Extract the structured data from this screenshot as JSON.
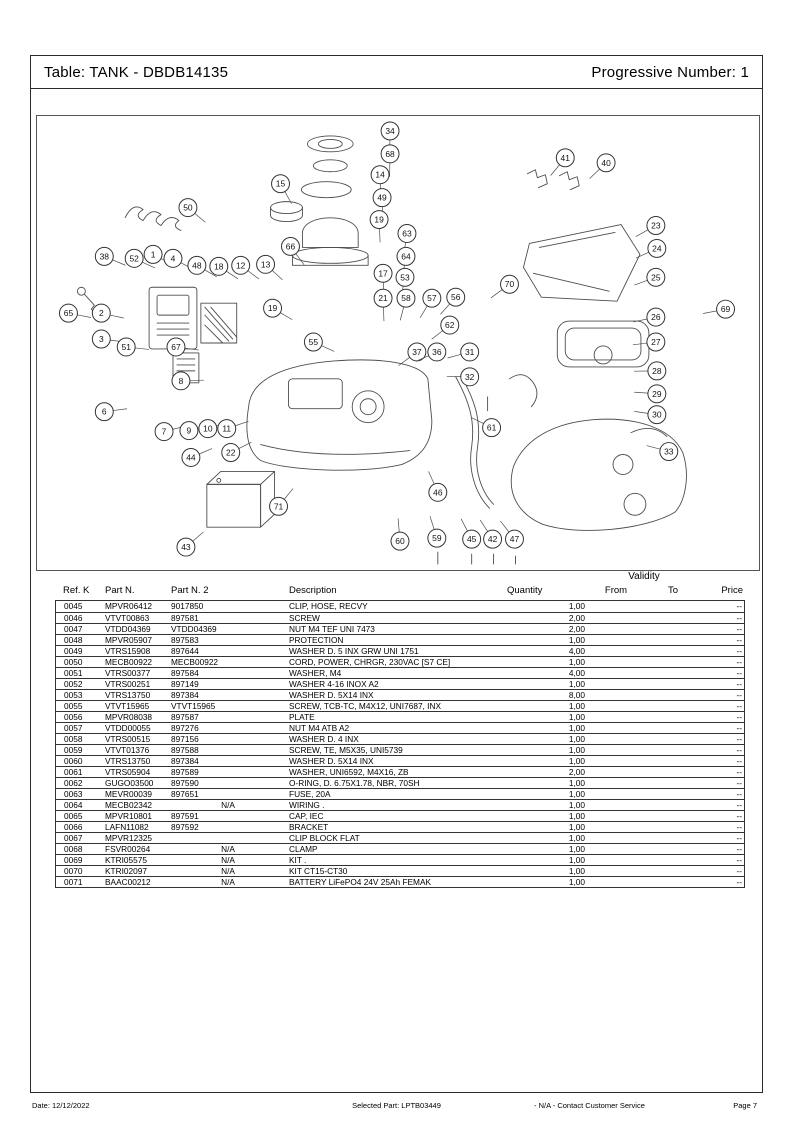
{
  "header": {
    "title": "Table: TANK - DBDB14135",
    "progressive": "Progressive Number: 1"
  },
  "diagram": {
    "callouts": [
      [
        "34",
        354,
        15
      ],
      [
        "68",
        354,
        38
      ],
      [
        "14",
        344,
        59
      ],
      [
        "15",
        244,
        68
      ],
      [
        "49",
        346,
        82
      ],
      [
        "19",
        343,
        104
      ],
      [
        "50",
        151,
        92
      ],
      [
        "41",
        530,
        42
      ],
      [
        "40",
        571,
        47
      ],
      [
        "66",
        254,
        131
      ],
      [
        "63",
        371,
        118
      ],
      [
        "64",
        370,
        141
      ],
      [
        "23",
        621,
        110
      ],
      [
        "24",
        622,
        133
      ],
      [
        "25",
        621,
        162
      ],
      [
        "17",
        347,
        158
      ],
      [
        "53",
        369,
        162
      ],
      [
        "38",
        67,
        141
      ],
      [
        "52",
        97,
        143
      ],
      [
        "1",
        116,
        139
      ],
      [
        "4",
        136,
        143
      ],
      [
        "48",
        160,
        150
      ],
      [
        "18",
        182,
        151
      ],
      [
        "12",
        204,
        150
      ],
      [
        "13",
        229,
        149
      ],
      [
        "70",
        474,
        169
      ],
      [
        "19",
        236,
        193
      ],
      [
        "21",
        347,
        183
      ],
      [
        "58",
        370,
        183
      ],
      [
        "57",
        396,
        183
      ],
      [
        "56",
        420,
        182
      ],
      [
        "65",
        31,
        198
      ],
      [
        "2",
        64,
        198
      ],
      [
        "62",
        414,
        210
      ],
      [
        "26",
        621,
        202
      ],
      [
        "69",
        691,
        194
      ],
      [
        "3",
        64,
        224
      ],
      [
        "51",
        89,
        232
      ],
      [
        "67",
        139,
        232
      ],
      [
        "55",
        277,
        227
      ],
      [
        "27",
        621,
        227
      ],
      [
        "37",
        381,
        237
      ],
      [
        "36",
        401,
        237
      ],
      [
        "31",
        434,
        237
      ],
      [
        "32",
        434,
        262
      ],
      [
        "28",
        622,
        256
      ],
      [
        "29",
        622,
        279
      ],
      [
        "30",
        622,
        300
      ],
      [
        "8",
        144,
        266
      ],
      [
        "6",
        67,
        297
      ],
      [
        "7",
        127,
        317
      ],
      [
        "9",
        152,
        316
      ],
      [
        "10",
        171,
        314
      ],
      [
        "11",
        190,
        314
      ],
      [
        "22",
        194,
        338
      ],
      [
        "61",
        456,
        313
      ],
      [
        "44",
        154,
        343
      ],
      [
        "33",
        634,
        337
      ],
      [
        "71",
        242,
        392
      ],
      [
        "46",
        402,
        378
      ],
      [
        "43",
        149,
        433
      ],
      [
        "60",
        364,
        427
      ],
      [
        "59",
        401,
        424
      ],
      [
        "45",
        436,
        425
      ],
      [
        "42",
        457,
        425
      ],
      [
        "47",
        479,
        425
      ]
    ]
  },
  "table": {
    "validity": "Validity",
    "headers": {
      "ref": "Ref. K",
      "part1": "Part N.",
      "part2": "Part N. 2",
      "desc": "Description",
      "qty": "Quantity",
      "from": "From",
      "to": "To",
      "price": "Price"
    },
    "rows": [
      [
        "0045",
        "MPVR06412",
        "9017850",
        "CLIP, HOSE, RECVY",
        "1,00",
        "--"
      ],
      [
        "0046",
        "VTVT00863",
        "897581",
        "SCREW",
        "2,00",
        "--"
      ],
      [
        "0047",
        "VTDD04369",
        "VTDD04369",
        "NUT M4 TEF UNI 7473",
        "2,00",
        "--"
      ],
      [
        "0048",
        "MPVR05907",
        "897583",
        "PROTECTION",
        "1,00",
        "--"
      ],
      [
        "0049",
        "VTRS15908",
        "897644",
        "WASHER D. 5 INX GRW UNI 1751",
        "4,00",
        "--"
      ],
      [
        "0050",
        "MECB00922",
        "MECB00922",
        "CORD, POWER, CHRGR, 230VAC [S7 CE]",
        "1,00",
        "--"
      ],
      [
        "0051",
        "VTRS00377",
        "897584",
        "WASHER, M4",
        "4,00",
        "--"
      ],
      [
        "0052",
        "VTRS00251",
        "897149",
        "WASHER 4-16 INOX A2",
        "1,00",
        "--"
      ],
      [
        "0053",
        "VTRS13750",
        "897384",
        "WASHER D. 5X14 INX",
        "8,00",
        "--"
      ],
      [
        "0055",
        "VTVT15965",
        "VTVT15965",
        "SCREW, TCB-TC, M4X12, UNI7687, INX",
        "1,00",
        "--"
      ],
      [
        "0056",
        "MPVR08038",
        "897587",
        "PLATE",
        "1,00",
        "--"
      ],
      [
        "0057",
        "VTDD00055",
        "897276",
        "NUT M4 ATB A2",
        "1,00",
        "--"
      ],
      [
        "0058",
        "VTRS00515",
        "897156",
        "WASHER D. 4 INX",
        "1,00",
        "--"
      ],
      [
        "0059",
        "VTVT01376",
        "897588",
        "SCREW, TE, M5X35, UNI5739",
        "1,00",
        "--"
      ],
      [
        "0060",
        "VTRS13750",
        "897384",
        "WASHER D. 5X14 INX",
        "1,00",
        "--"
      ],
      [
        "0061",
        "VTRS05904",
        "897589",
        "WASHER, UNI6592, M4X16, ZB",
        "2,00",
        "--"
      ],
      [
        "0062",
        "GUGO03500",
        "897590",
        "O-RING, D. 6.75X1.78, NBR, 70SH",
        "1,00",
        "--"
      ],
      [
        "0063",
        "MEVR00039",
        "897651",
        "FUSE, 20A",
        "1,00",
        "--"
      ],
      [
        "0064",
        "MECB02342",
        "N/A",
        "WIRING .",
        "1,00",
        "--"
      ],
      [
        "0065",
        "MPVR10801",
        "897591",
        "CAP, IEC",
        "1,00",
        "--"
      ],
      [
        "0066",
        "LAFN11082",
        "897592",
        "BRACKET",
        "1,00",
        "--"
      ],
      [
        "0067",
        "MPVR12325",
        "",
        "CLIP BLOCK FLAT",
        "1,00",
        "--"
      ],
      [
        "0068",
        "FSVR00264",
        "N/A",
        "CLAMP",
        "1,00",
        "--"
      ],
      [
        "0069",
        "KTRI05575",
        "N/A",
        "KIT .",
        "1,00",
        "--"
      ],
      [
        "0070",
        "KTRI02097",
        "N/A",
        "KIT CT15-CT30",
        "1,00",
        "--"
      ],
      [
        "0071",
        "BAAC00212",
        "N/A",
        "BATTERY LiFePO4 24V 25Ah FEMAK",
        "1,00",
        "--"
      ]
    ]
  },
  "footer": {
    "date": "Date: 12/12/2022",
    "selected": "Selected Part: LPTB03449",
    "note": "- N/A - Contact Customer Service",
    "page": "Page 7"
  }
}
